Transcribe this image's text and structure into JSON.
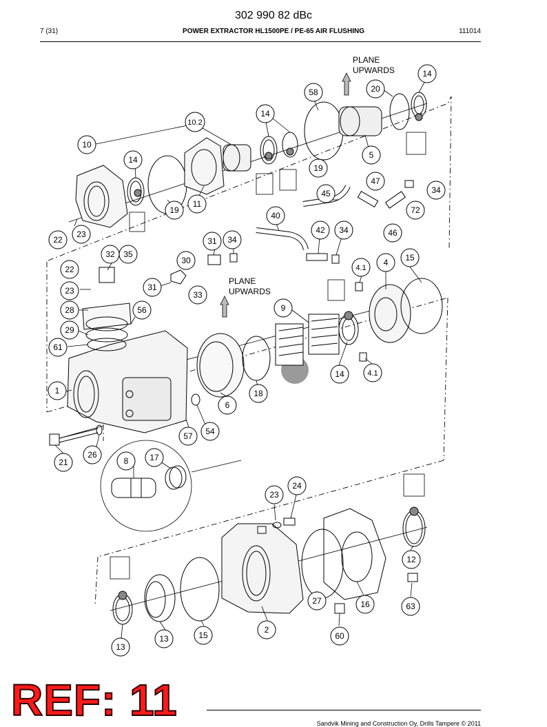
{
  "header": {
    "doc_number": "302 990 82 dBc",
    "page": "7 (31)",
    "title": "POWER EXTRACTOR HL1500PE / PE-65 AIR FLUSHING",
    "date": "111014"
  },
  "annotations": {
    "plane_top_1": "PLANE",
    "plane_top_2": "UPWARDS",
    "plane_mid_1": "PLANE",
    "plane_mid_2": "UPWARDS"
  },
  "callouts": {
    "c14a": "14",
    "c20": "20",
    "c58": "58",
    "c14b": "14",
    "c10_2": "10.2",
    "c10": "10",
    "c14c": "14",
    "c5": "5",
    "c19a": "19",
    "c47": "47",
    "c34a": "34",
    "c45": "45",
    "c72": "72",
    "c19b": "19",
    "c11": "11",
    "c40": "40",
    "c42": "42",
    "c34b": "34",
    "c46": "46",
    "c22a": "22",
    "c23a": "23",
    "c31a": "31",
    "c34c": "34",
    "c32": "32",
    "c35": "35",
    "c30": "30",
    "c4_1a": "4.1",
    "c4": "4",
    "c15a": "15",
    "c22b": "22",
    "c31b": "31",
    "c33": "33",
    "c23b": "23",
    "c28": "28",
    "c56": "56",
    "c9": "9",
    "c29": "29",
    "c61": "61",
    "c14d": "14",
    "c4_1b": "4.1",
    "c18": "18",
    "c1": "1",
    "c6": "6",
    "c54": "54",
    "c57": "57",
    "c21": "21",
    "c26": "26",
    "c8": "8",
    "c17": "17",
    "c24": "24",
    "c23c": "23",
    "c12": "12",
    "c27": "27",
    "c16": "16",
    "c63": "63",
    "c2": "2",
    "c13a": "13",
    "c13b": "13",
    "c15b": "15",
    "c60": "60"
  },
  "stamp": "REF: 11",
  "footer": {
    "text": "Sandvik Mining and Construction Oy, Drills Tampere © 2011"
  }
}
